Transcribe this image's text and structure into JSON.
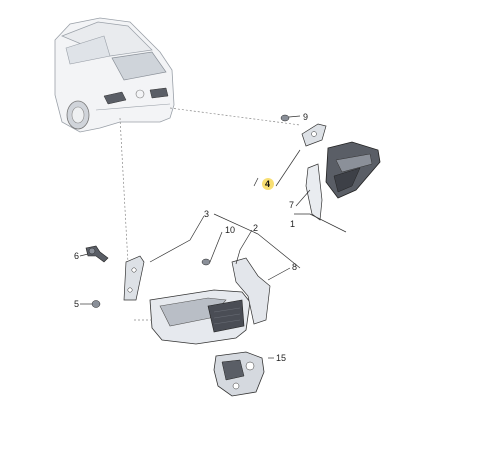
{
  "callouts": {
    "c1": "1",
    "c2": "2",
    "c3": "3",
    "c4": "4",
    "c5": "5",
    "c6": "6",
    "c7": "7",
    "c8": "8",
    "c9": "9",
    "c10": "10",
    "c15": "15"
  },
  "colors": {
    "line": "#333333",
    "highlight": "#f2c400",
    "part_fill": "#e6e9ee",
    "part_shade": "#b9bec6",
    "dark": "#4a4d55"
  }
}
